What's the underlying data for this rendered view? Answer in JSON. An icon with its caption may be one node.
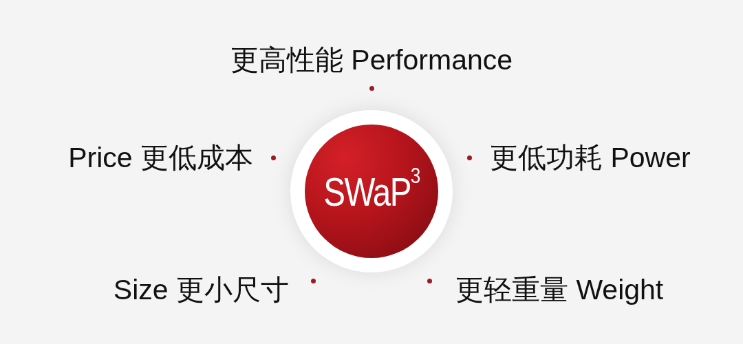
{
  "diagram": {
    "nodes": [
      {
        "text": [
          "SWaP$^{3}$"
        ]
      }
    ],
    "labels": [
      "更高性能 Performance",
      "Price 更低成本",
      "更低功耗 Power",
      "Size 更小尺寸",
      "更轻重量 Weight"
    ]
  }
}
